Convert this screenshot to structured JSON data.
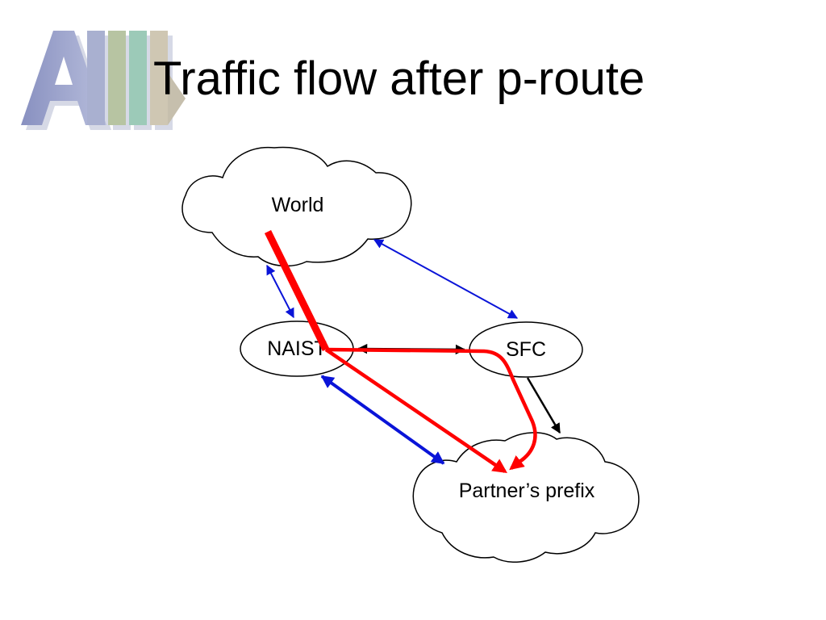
{
  "slide": {
    "title": "Traffic flow after p-route"
  },
  "logo": {
    "icon": "aii-logo",
    "text": "AII"
  },
  "diagram": {
    "nodes": {
      "world": {
        "label": "World",
        "shape": "cloud"
      },
      "naist": {
        "label": "NAIST",
        "shape": "ellipse"
      },
      "sfc": {
        "label": "SFC",
        "shape": "ellipse"
      },
      "partner": {
        "label": "Partner’s prefix",
        "shape": "cloud"
      }
    },
    "links": [
      {
        "from": "World",
        "to": "NAIST",
        "color": "#0a14d8",
        "style": "bidirectional"
      },
      {
        "from": "World",
        "to": "SFC",
        "color": "#0a14d8",
        "style": "bidirectional"
      },
      {
        "from": "NAIST",
        "to": "SFC",
        "color": "#000000",
        "style": "bidirectional"
      },
      {
        "from": "SFC",
        "to": "Partner’s prefix",
        "color": "#000000",
        "style": "directed"
      },
      {
        "from": "NAIST",
        "to": "Partner’s prefix",
        "color": "#0a14d8",
        "style": "bidirectional"
      }
    ],
    "traffic_flow": {
      "color": "#ff0000",
      "paths": [
        [
          "World",
          "NAIST",
          "Partner’s prefix"
        ],
        [
          "World",
          "NAIST",
          "SFC",
          "Partner’s prefix"
        ]
      ]
    }
  }
}
